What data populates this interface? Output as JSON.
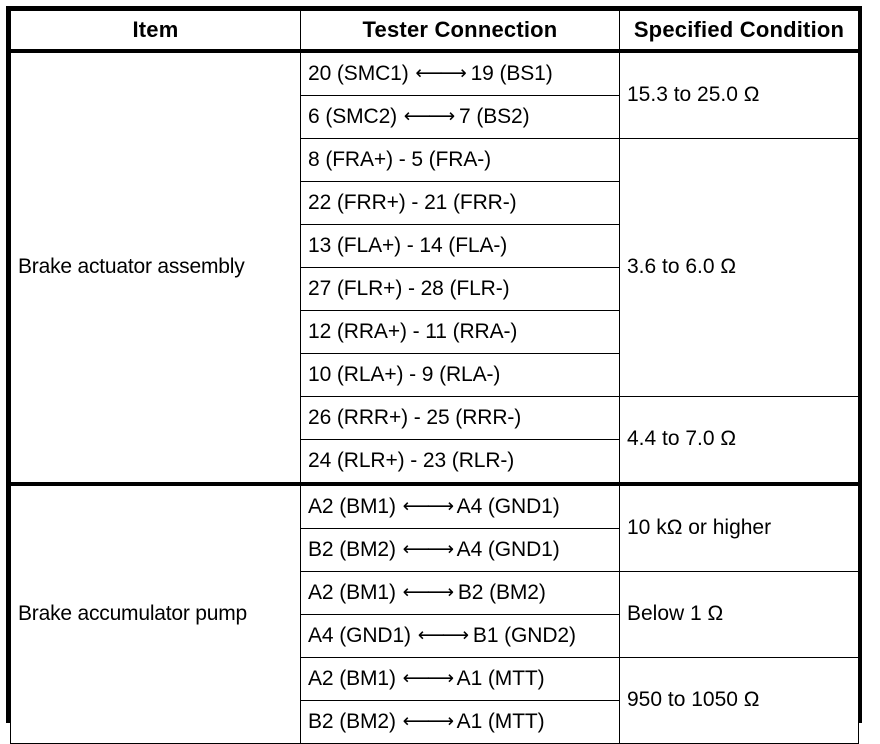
{
  "table": {
    "headers": {
      "item": "Item",
      "connection": "Tester Connection",
      "condition": "Specified Condition"
    },
    "groups": [
      {
        "item": "Brake actuator assembly",
        "rows": [
          {
            "connection": "20 (SMC1) ⟷ 19 (BS1)",
            "separator": "arrow"
          },
          {
            "connection": "6 (SMC2) ⟷ 7 (BS2)",
            "separator": "arrow"
          },
          {
            "connection": "8 (FRA+) - 5 (FRA-)",
            "separator": "hyphen"
          },
          {
            "connection": "22 (FRR+) - 21 (FRR-)",
            "separator": "hyphen"
          },
          {
            "connection": "13 (FLA+) - 14 (FLA-)",
            "separator": "hyphen"
          },
          {
            "connection": "27 (FLR+) - 28 (FLR-)",
            "separator": "hyphen"
          },
          {
            "connection": "12 (RRA+) - 11 (RRA-)",
            "separator": "hyphen"
          },
          {
            "connection": "10 (RLA+) - 9 (RLA-)",
            "separator": "hyphen"
          },
          {
            "connection": "26 (RRR+) - 25 (RRR-)",
            "separator": "hyphen"
          },
          {
            "connection": "24 (RLR+) - 23 (RLR-)",
            "separator": "hyphen"
          }
        ],
        "conditions": [
          {
            "text": "15.3 to 25.0 Ω",
            "rowspan": 2
          },
          {
            "text": "3.6 to 6.0 Ω",
            "rowspan": 6
          },
          {
            "text": "4.4 to 7.0 Ω",
            "rowspan": 2
          }
        ]
      },
      {
        "item": "Brake accumulator pump",
        "rows": [
          {
            "connection": "A2 (BM1) ⟷ A4 (GND1)",
            "separator": "arrow"
          },
          {
            "connection": "B2 (BM2) ⟷ A4 (GND1)",
            "separator": "arrow"
          },
          {
            "connection": "A2 (BM1) ⟷ B2 (BM2)",
            "separator": "arrow"
          },
          {
            "connection": "A4 (GND1) ⟷ B1 (GND2)",
            "separator": "arrow"
          },
          {
            "connection": "A2 (BM1) ⟷ A1 (MTT)",
            "separator": "arrow"
          },
          {
            "connection": "B2 (BM2) ⟷ A1 (MTT)",
            "separator": "arrow"
          }
        ],
        "conditions": [
          {
            "text": "10 kΩ or higher",
            "rowspan": 2
          },
          {
            "text": "Below 1 Ω",
            "rowspan": 2
          },
          {
            "text": "950 to 1050 Ω",
            "rowspan": 2
          }
        ]
      }
    ]
  }
}
